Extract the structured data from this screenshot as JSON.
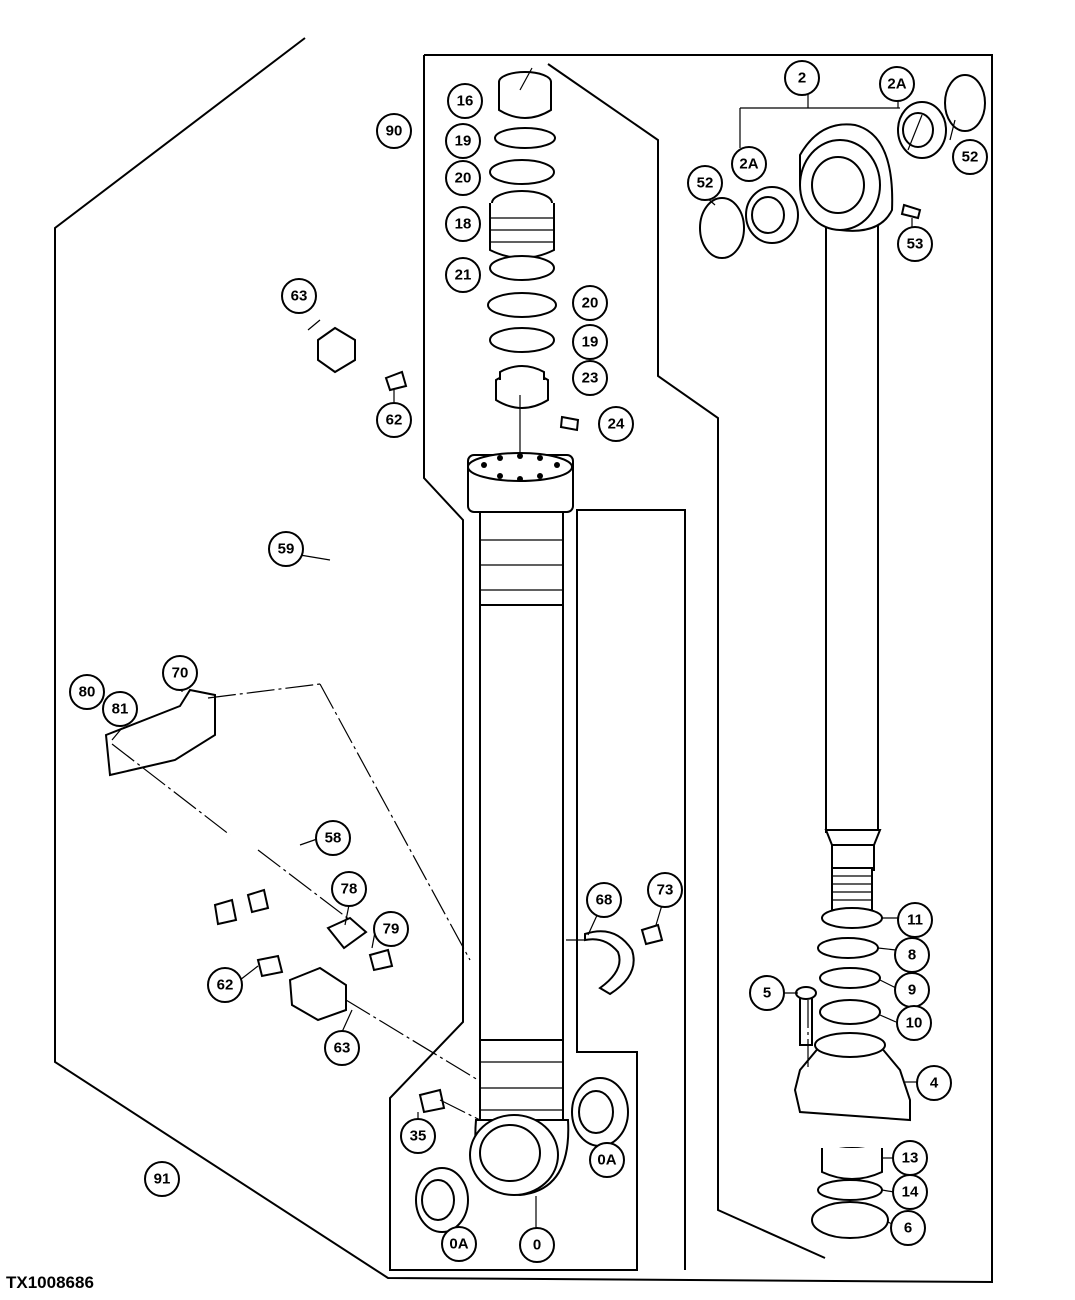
{
  "reference_code": "TX1008686",
  "callouts": {
    "c16": "16",
    "c19a": "19",
    "c20a": "20",
    "c18": "18",
    "c21": "21",
    "c20b": "20",
    "c19b": "19",
    "c23": "23",
    "c24": "24",
    "c90": "90",
    "c63a": "63",
    "c62a": "62",
    "c59": "59",
    "c70": "70",
    "c80": "80",
    "c81": "81",
    "c58": "58",
    "c78": "78",
    "c79": "79",
    "c62b": "62",
    "c63b": "63",
    "c91": "91",
    "c35": "35",
    "c0a1": "0A",
    "c0a2": "0A",
    "c0": "0",
    "c68": "68",
    "c73": "73",
    "c2": "2",
    "c2a1": "2A",
    "c2a2": "2A",
    "c52a": "52",
    "c52b": "52",
    "c53": "53",
    "c11": "11",
    "c8": "8",
    "c9": "9",
    "c10": "10",
    "c5": "5",
    "c4": "4",
    "c13": "13",
    "c14": "14",
    "c6": "6"
  }
}
